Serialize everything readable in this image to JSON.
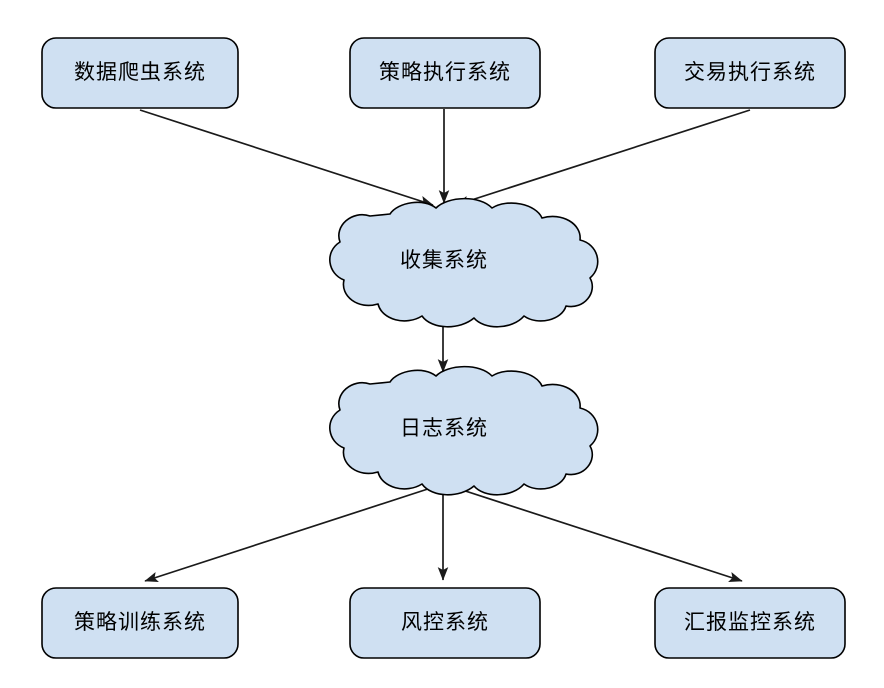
{
  "diagram": {
    "title": "",
    "colors": {
      "node_fill": "#cfe0f2",
      "node_stroke": "#000000",
      "edge_stroke": "#1a1a1a",
      "background": "#ffffff",
      "label_text": "#000000"
    },
    "sources": [
      {
        "id": "crawler",
        "label": "数据爬虫系统",
        "shape": "rounded-rect"
      },
      {
        "id": "strategy-exec",
        "label": "策略执行系统",
        "shape": "rounded-rect"
      },
      {
        "id": "trade-exec",
        "label": "交易执行系统",
        "shape": "rounded-rect"
      }
    ],
    "clouds": [
      {
        "id": "collector",
        "label": "收集系统",
        "shape": "cloud"
      },
      {
        "id": "logging",
        "label": "日志系统",
        "shape": "cloud"
      }
    ],
    "consumers": [
      {
        "id": "strategy-train",
        "label": "策略训练系统",
        "shape": "rounded-rect"
      },
      {
        "id": "risk-control",
        "label": "风控系统",
        "shape": "rounded-rect"
      },
      {
        "id": "report-monitor",
        "label": "汇报监控系统",
        "shape": "rounded-rect"
      }
    ],
    "edges": [
      {
        "from": "crawler",
        "to": "collector",
        "arrow": "end"
      },
      {
        "from": "strategy-exec",
        "to": "collector",
        "arrow": "end"
      },
      {
        "from": "trade-exec",
        "to": "collector",
        "arrow": "end"
      },
      {
        "from": "collector",
        "to": "logging",
        "arrow": "end"
      },
      {
        "from": "logging",
        "to": "strategy-train",
        "arrow": "end"
      },
      {
        "from": "logging",
        "to": "risk-control",
        "arrow": "end"
      },
      {
        "from": "logging",
        "to": "report-monitor",
        "arrow": "end"
      }
    ]
  }
}
